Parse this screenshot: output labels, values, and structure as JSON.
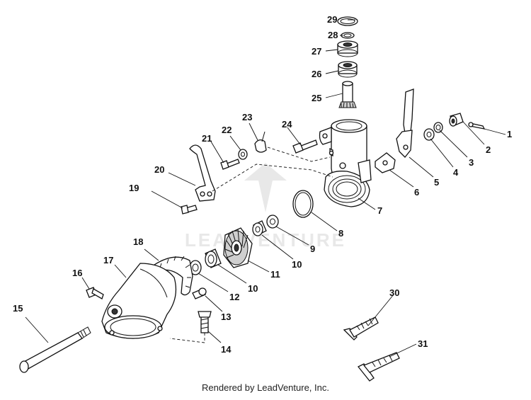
{
  "diagram": {
    "watermark": "LEADVENTURE",
    "footer": "Rendered by LeadVenture, Inc.",
    "callouts": [
      "1",
      "2",
      "3",
      "4",
      "5",
      "6",
      "7",
      "8",
      "9",
      "10",
      "10",
      "11",
      "12",
      "13",
      "14",
      "15",
      "16",
      "17",
      "18",
      "19",
      "20",
      "21",
      "22",
      "23",
      "24",
      "25",
      "26",
      "27",
      "28",
      "29",
      "30",
      "31"
    ]
  }
}
